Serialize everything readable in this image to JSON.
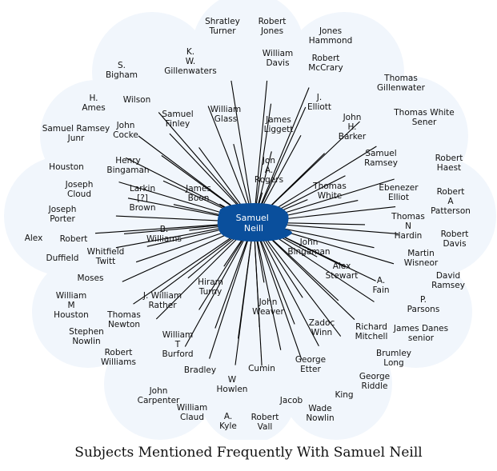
{
  "caption": "Subjects Mentioned Frequently With Samuel Neill",
  "colors": {
    "center": "#0a4f9c",
    "center_text": "#ffffff",
    "halo": "#f1f6fc",
    "edge": "#000000"
  },
  "center": "Samuel Neill",
  "nodes": [
    "Shratley Turner",
    "Robert Jones",
    "Jones Hammond",
    "Robert McCrary",
    "William Davis",
    "K. W. Gillenwaters",
    "S. Bigham",
    "H. Ames",
    "Wilson",
    "Samuel Finley",
    "William Glass",
    "James Liggett",
    "J. Elliott",
    "Thomas Gillenwater",
    "Thomas White Sener",
    "John H. Barker",
    "Samuel Ramsey",
    "Robert Haest",
    "Samuel Ramsey Junr",
    "John Cocke",
    "Henry Bingaman",
    "Houston",
    "Joseph Cloud",
    "Larkin [?] Brown",
    "James Boon",
    "Jon A. Rogers",
    "Thomas White",
    "Ebenezer Elliot",
    "Robert A Patterson",
    "Joseph Porter",
    "Robert",
    "Thomas N Hardin",
    "Robert Davis",
    "B. Williams",
    "Whitfield Twitt",
    "John Bingaman",
    "Martin Wisneor",
    "Alex Stewart",
    "David Ramsey",
    "Moses",
    "William M Houston",
    "J. William Rather",
    "Hiram Turny",
    "John Weaver",
    "A. Fain",
    "P. Parsons",
    "Thomas Newton",
    "Stephen Nowlin",
    "William T Burford",
    "Zadoc Winn",
    "Richard Mitchell",
    "James Danes senior",
    "Robert Williams",
    "Bradley",
    "Cumin",
    "George Etter",
    "Brumley Long",
    "W Howlen",
    "George Riddle",
    "John Carpenter",
    "William Claud",
    "A. Kyle",
    "Robert Vall",
    "Jacob",
    "Wade Nowlin",
    "King",
    "Alex",
    "Duffield"
  ]
}
